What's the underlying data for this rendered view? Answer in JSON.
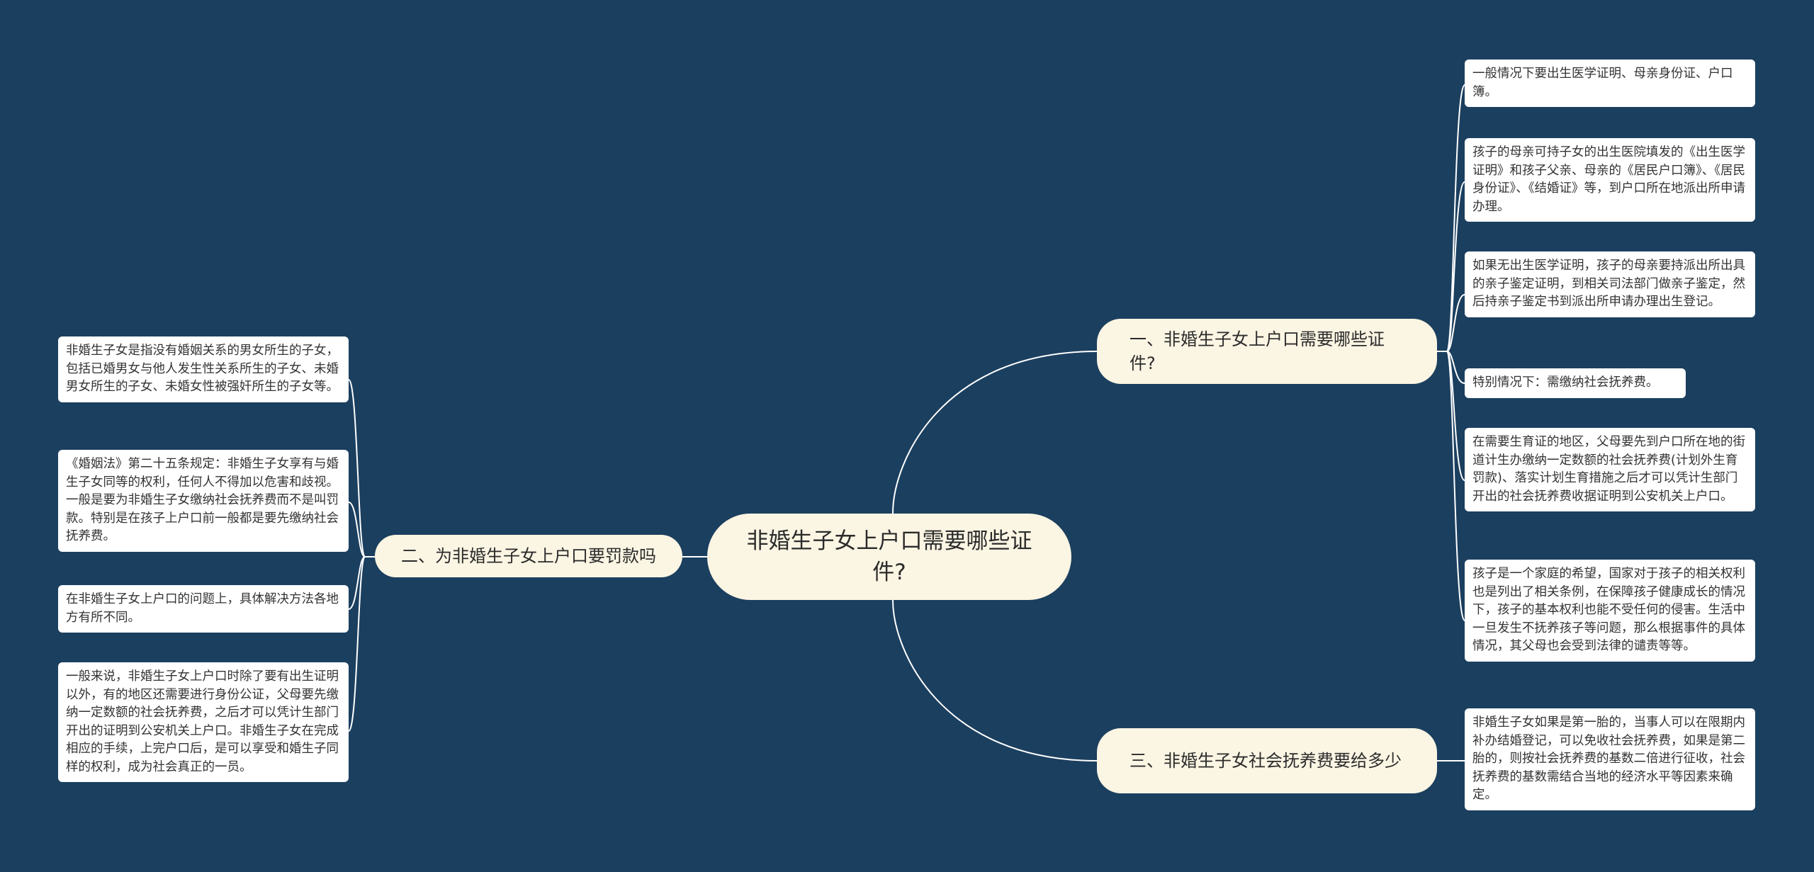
{
  "root": {
    "text": "非婚生子女上户口需要哪些证件?"
  },
  "branches": {
    "b1": {
      "text": "一、非婚生子女上户口需要哪些证件?"
    },
    "b2": {
      "text": "二、为非婚生子女上户口要罚款吗"
    },
    "b3": {
      "text": "三、非婚生子女社会抚养费要给多少"
    }
  },
  "b1_leaves": [
    "一般情况下要出生医学证明、母亲身份证、户口簿。",
    "孩子的母亲可持子女的出生医院填发的《出生医学证明》和孩子父亲、母亲的《居民户口簿》、《居民身份证》、《结婚证》等，到户口所在地派出所申请办理。",
    "如果无出生医学证明，孩子的母亲要持派出所出具的亲子鉴定证明，到相关司法部门做亲子鉴定，然后持亲子鉴定书到派出所申请办理出生登记。",
    "特别情况下：需缴纳社会抚养费。",
    "在需要生育证的地区，父母要先到户口所在地的街道计生办缴纳一定数额的社会抚养费(计划外生育罚款)、落实计划生育措施之后才可以凭计生部门开出的社会抚养费收据证明到公安机关上户口。",
    "孩子是一个家庭的希望，国家对于孩子的相关权利也是列出了相关条例，在保障孩子健康成长的情况下，孩子的基本权利也能不受任何的侵害。生活中一旦发生不抚养孩子等问题，那么根据事件的具体情况，其父母也会受到法律的谴责等等。"
  ],
  "b2_leaves": [
    "非婚生子女是指没有婚姻关系的男女所生的子女，包括已婚男女与他人发生性关系所生的子女、未婚男女所生的子女、未婚女性被强奸所生的子女等。",
    "《婚姻法》第二十五条规定：非婚生子女享有与婚生子女同等的权利，任何人不得加以危害和歧视。一般是要为非婚生子女缴纳社会抚养费而不是叫罚款。特别是在孩子上户口前一般都是要先缴纳社会抚养费。",
    "在非婚生子女上户口的问题上，具体解决方法各地方有所不同。",
    "一般来说，非婚生子女上户口时除了要有出生证明以外，有的地区还需要进行身份公证，父母要先缴纳一定数额的社会抚养费，之后才可以凭计生部门开出的证明到公安机关上户口。非婚生子女在完成相应的手续，上完户口后，是可以享受和婚生子同样的权利，成为社会真正的一员。"
  ],
  "b3_leaves": [
    "非婚生子女如果是第一胎的，当事人可以在限期内补办结婚登记，可以免收社会抚养费，如果是第二胎的，则按社会抚养费的基数二倍进行征收，社会抚养费的基数需结合当地的经济水平等因素来确定。"
  ],
  "colors": {
    "background": "#1b3f5f",
    "node_fill": "#fbf5e3",
    "leaf_fill": "#ffffff",
    "line": "#ffffff"
  }
}
